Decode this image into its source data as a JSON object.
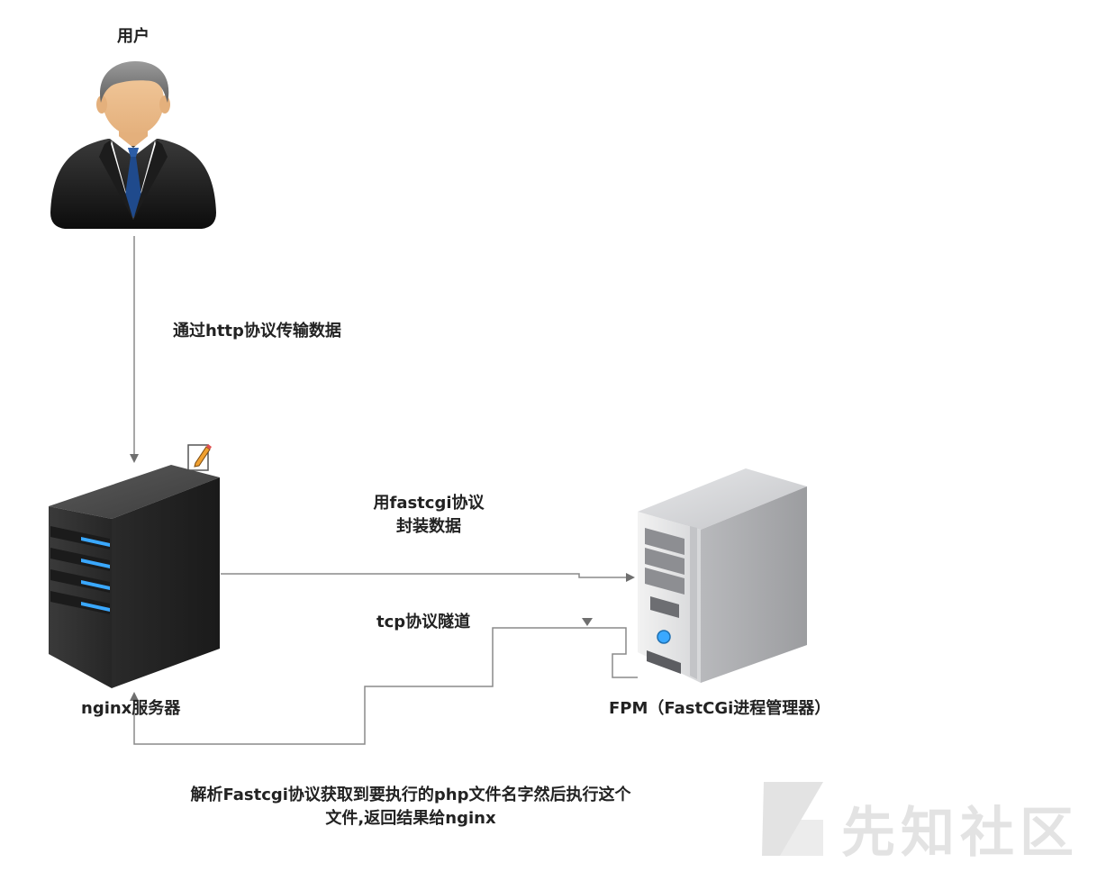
{
  "nodes": {
    "user": {
      "label": "用户"
    },
    "nginx": {
      "label": "nginx服务器"
    },
    "fpm": {
      "label": "FPM（FastCGi进程管理器）"
    }
  },
  "edges": {
    "user_to_nginx": {
      "label": "通过http协议传输数据"
    },
    "nginx_to_fpm": {
      "label_line1": "用fastcgi协议",
      "label_line2": "封装数据"
    },
    "tunnel": {
      "label": "tcp协议隧道"
    },
    "fpm_to_nginx": {
      "label_line1": "解析Fastcgi协议获取到要执行的php文件名字然后执行这个",
      "label_line2": "文件,返回结果给nginx"
    }
  },
  "watermark": {
    "text": "先知社区"
  },
  "colors": {
    "connector": "#8a8a8a",
    "server_blue": "#3aa8ff",
    "dark_server": "#2e2e2e",
    "light_server": "#c9cacc"
  },
  "icons": {
    "user": "businessman-icon",
    "nginx": "dark-server-tower-icon",
    "fpm": "light-server-tower-icon",
    "edit": "edit-note-icon"
  }
}
